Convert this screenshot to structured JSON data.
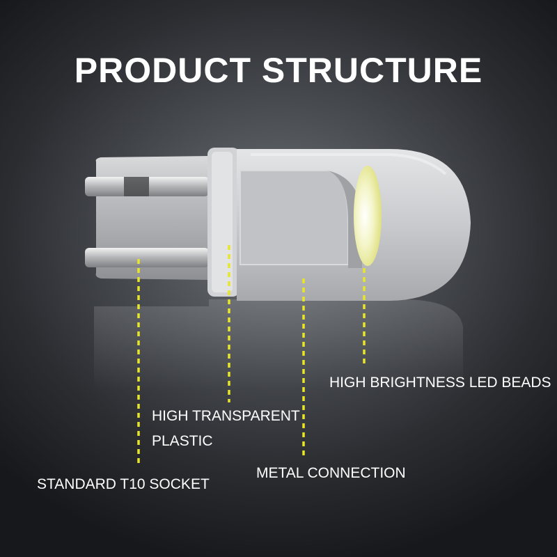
{
  "title": "PRODUCT STRUCTURE",
  "labels": {
    "led_beads": "HIGH BRIGHTNESS LED BEADS",
    "plastic_line1": "HIGH TRANSPARENT",
    "plastic_line2": "PLASTIC",
    "metal": "METAL CONNECTION",
    "socket": "STANDARD T10 SOCKET"
  },
  "colors": {
    "pointer": "#e8e625",
    "text": "#ffffff"
  }
}
